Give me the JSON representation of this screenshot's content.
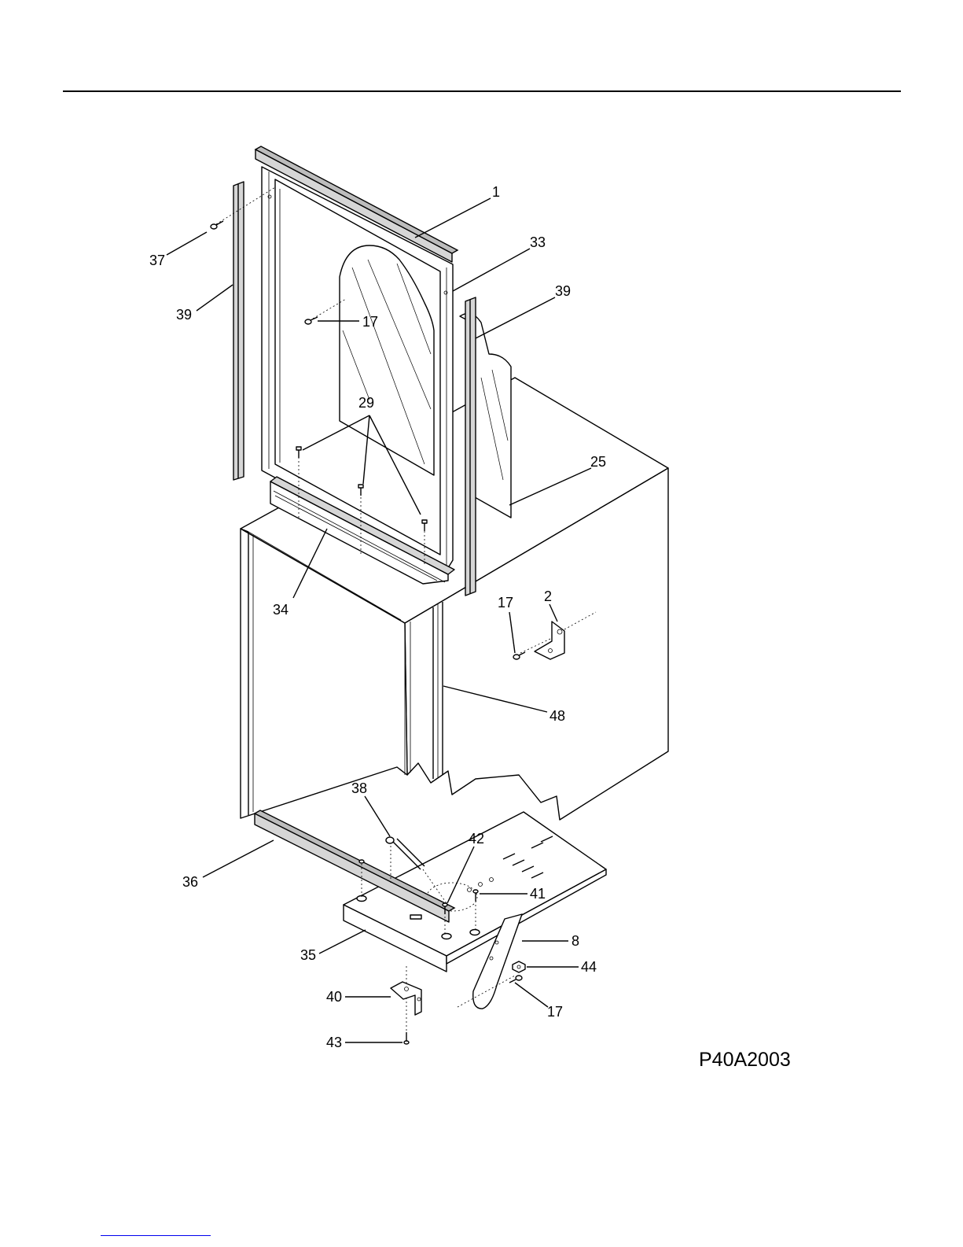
{
  "diagram": {
    "figure_code": "P40A2003",
    "callouts": {
      "c1": "1",
      "c2": "2",
      "c8": "8",
      "c17a": "17",
      "c17b": "17",
      "c17c": "17",
      "c25": "25",
      "c29": "29",
      "c33": "33",
      "c34": "34",
      "c35": "35",
      "c36": "36",
      "c37": "37",
      "c38": "38",
      "c39a": "39",
      "c39b": "39",
      "c40": "40",
      "c41": "41",
      "c42": "42",
      "c43": "43",
      "c44": "44",
      "c48": "48"
    }
  },
  "colors": {
    "line": "#000000",
    "gasket_fill": "#d6d6d6",
    "link_underline": "#0000ee"
  }
}
